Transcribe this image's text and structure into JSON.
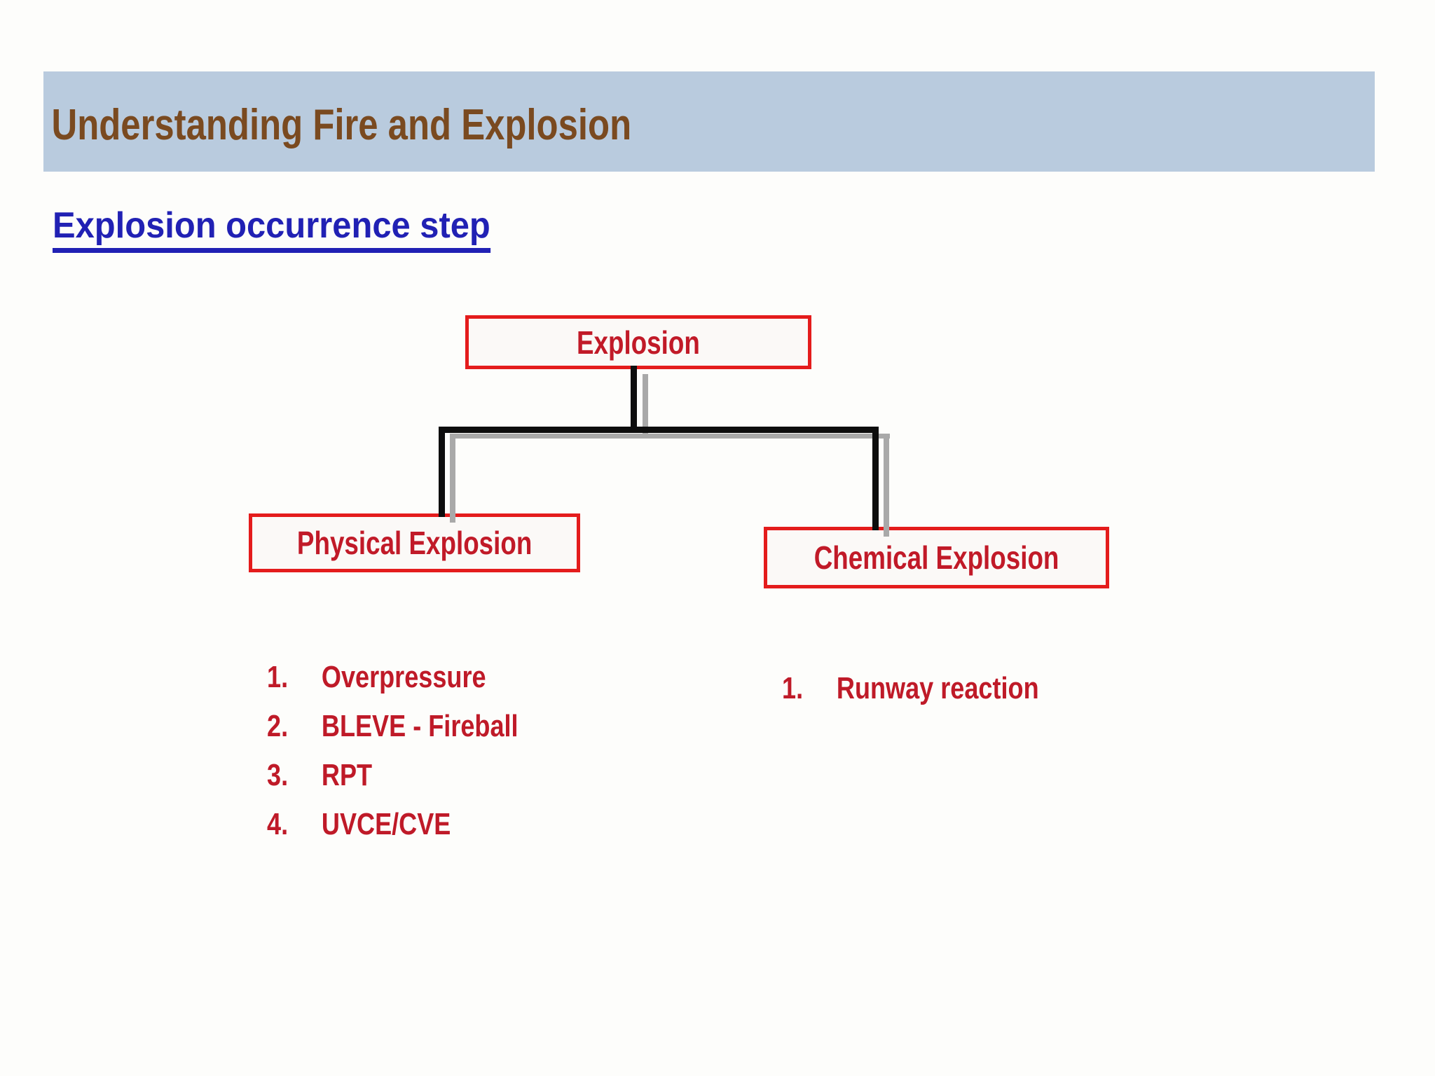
{
  "slide": {
    "title": "Understanding Fire and Explosion",
    "heading": "Explosion occurrence step"
  },
  "tree": {
    "root_label": "Explosion",
    "left": {
      "label": "Physical Explosion",
      "items": [
        {
          "num": "1.",
          "text": "Overpressure"
        },
        {
          "num": "2.",
          "text": "BLEVE - Fireball"
        },
        {
          "num": "3.",
          "text": "RPT"
        },
        {
          "num": "4.",
          "text": "UVCE/CVE"
        }
      ]
    },
    "right": {
      "label": "Chemical Explosion",
      "items": [
        {
          "num": "1.",
          "text": "Runway reaction"
        }
      ]
    }
  },
  "colors": {
    "header_bar_blue": "#b9cbde",
    "title_brown": "#7a4a20",
    "heading_blue": "#2121b4",
    "box_border_red": "#e41c1c",
    "dark_red_text": "#c11a28",
    "connector_black": "#0d0d0d",
    "connector_gray": "#a9a9a9",
    "background": "#fdfdfb"
  }
}
